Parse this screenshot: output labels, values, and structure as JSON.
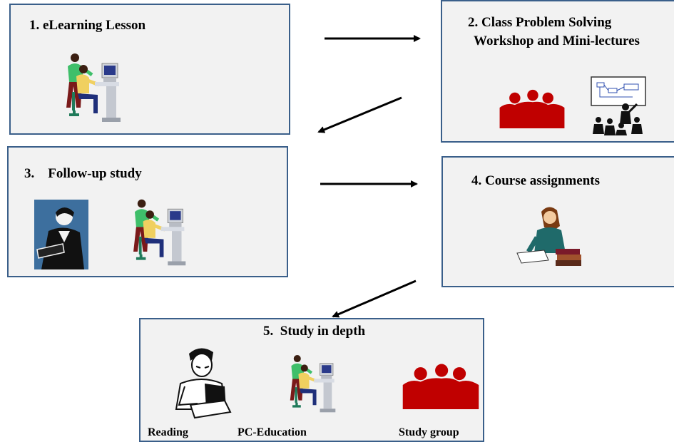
{
  "steps": [
    {
      "title": "1. eLearning Lesson"
    },
    {
      "title_line1": "2. Class Problem Solving",
      "title_line2": "Workshop and Mini-lectures"
    },
    {
      "title": "3.    Follow-up study"
    },
    {
      "title": "4. Course assignments"
    },
    {
      "title": "5.  Study in depth",
      "labels": [
        "Reading",
        "PC-Education",
        "Study group"
      ]
    }
  ],
  "colors": {
    "box_border": "#3a5f8a",
    "box_fill": "#f2f2f2",
    "group_red": "#c00000",
    "arrow": "#000000"
  }
}
